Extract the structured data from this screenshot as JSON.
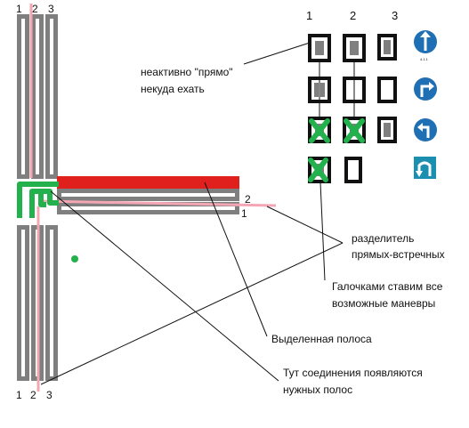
{
  "colors": {
    "lane": "#7f7f7f",
    "lane_dark": "#666666",
    "highlight": "#e0201c",
    "connection": "#22b14c",
    "divider": "#f4a6b4",
    "sign_blue": "#1f6fb4",
    "sign_teal": "#1a8fb0",
    "pointer": "#111111"
  },
  "lane_numbers": {
    "top": [
      "1",
      "2",
      "3"
    ],
    "bottom": [
      "1",
      "2",
      "3"
    ],
    "right": [
      "2",
      "1"
    ],
    "panel": [
      "1",
      "2",
      "3"
    ]
  },
  "panel": {
    "rows": [
      [
        "gray",
        "gray",
        "gray"
      ],
      [
        "split",
        "white",
        "white"
      ],
      [
        "check",
        "check",
        "gray"
      ],
      [
        "check",
        "white",
        "none"
      ]
    ],
    "signs": [
      {
        "icon": "sign-straight-arrow-icon",
        "caption": "4.1.1"
      },
      {
        "icon": "sign-right-turn-icon",
        "caption": ""
      },
      {
        "icon": "sign-u-turn-left-icon",
        "caption": ""
      },
      {
        "icon": "sign-u-turn-square-icon",
        "caption": ""
      }
    ]
  },
  "notes": {
    "inactive_straight": [
      "неактивно \"прямо\"",
      "некуда ехать"
    ],
    "divider": [
      "разделитель",
      "прямых-встречных"
    ],
    "checkmarks": [
      "Галочками ставим все",
      "возможные маневры"
    ],
    "highlighted_lane": "Выделенная полоса",
    "connections": [
      "Тут соединения появляются",
      "нужных полос"
    ]
  }
}
